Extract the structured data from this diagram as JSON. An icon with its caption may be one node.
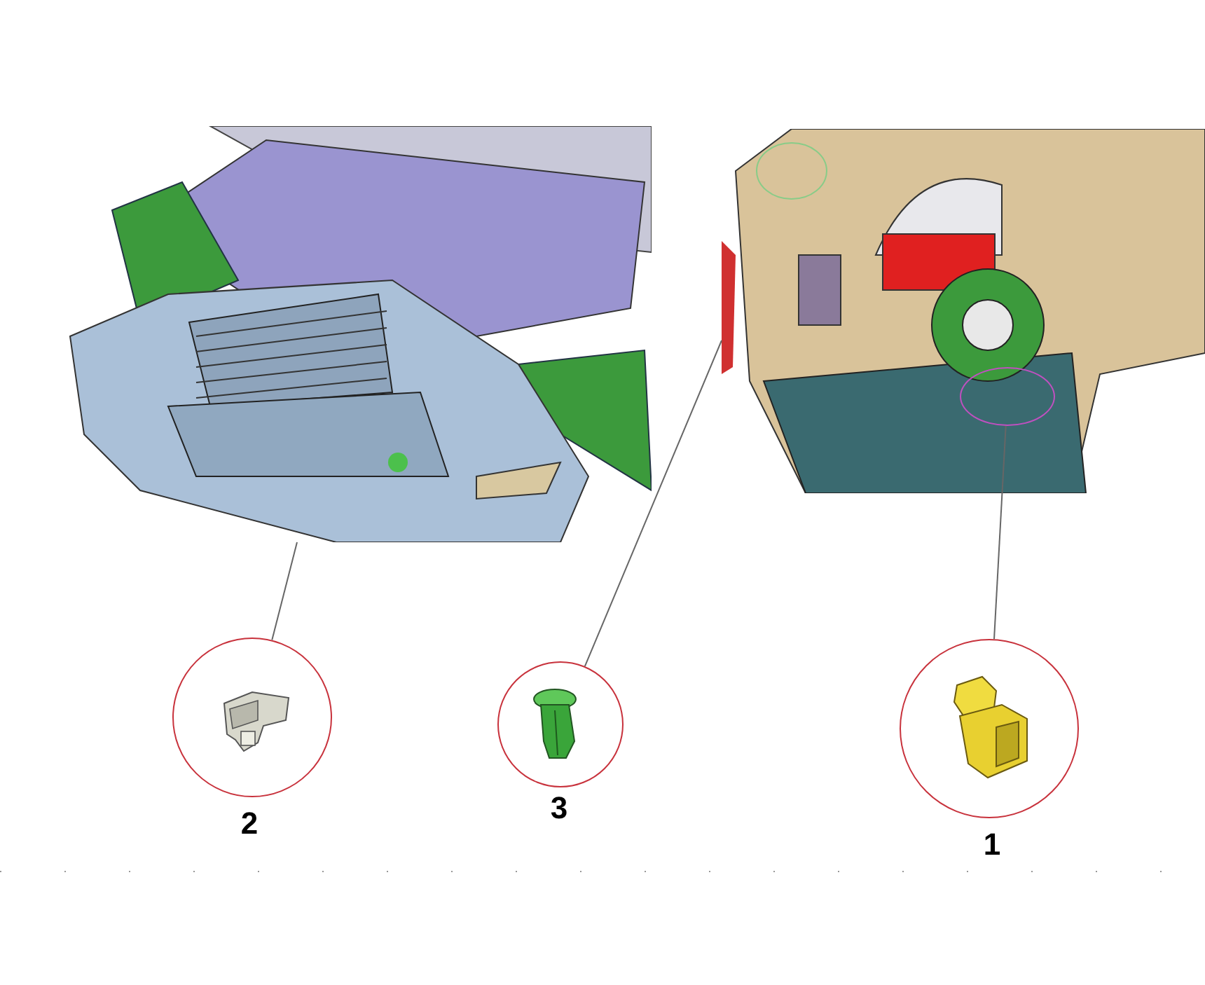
{
  "diagram": {
    "nodes": [
      {
        "text": [],
        "shape": "picture"
      },
      {
        "text": [],
        "shape": "picture"
      },
      {
        "text": [],
        "shape": "circle",
        "in": 1
      },
      {
        "text": [],
        "shape": "circle",
        "beside": [
          "2"
        ]
      },
      {
        "text": [],
        "shape": "circle",
        "beside": [
          "3"
        ]
      },
      {
        "text": [],
        "shape": "circle",
        "beside": [
          "1"
        ]
      }
    ],
    "edges": [
      {
        "from": 3,
        "to": 0,
        "arrow": "none"
      },
      {
        "from": 4,
        "to": 1,
        "arrow": "none"
      },
      {
        "from": 5,
        "to": 2,
        "arrow": "none"
      }
    ]
  }
}
